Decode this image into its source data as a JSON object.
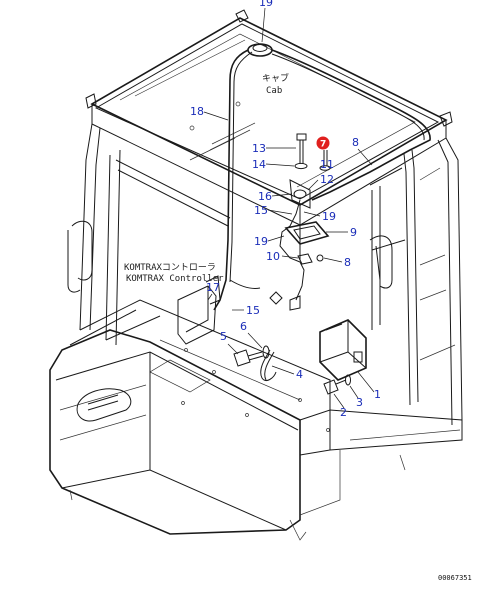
{
  "diagram": {
    "labels": {
      "cab_jp": "キャブ",
      "cab_en": "Cab",
      "controller_jp": "KOMTRAXコントローラ",
      "controller_en": "KOMTRAX Controller"
    },
    "part_numbers": [
      "19",
      "18",
      "13",
      "7",
      "8",
      "14",
      "11",
      "12",
      "16",
      "15",
      "19",
      "9",
      "19",
      "10",
      "8",
      "17",
      "15",
      "5",
      "6",
      "4",
      "1",
      "3",
      "2"
    ],
    "highlighted_part": "7",
    "highlight_color": "#e0201e",
    "callout_color": "#1a2db8",
    "drawing_code": "00067351"
  }
}
